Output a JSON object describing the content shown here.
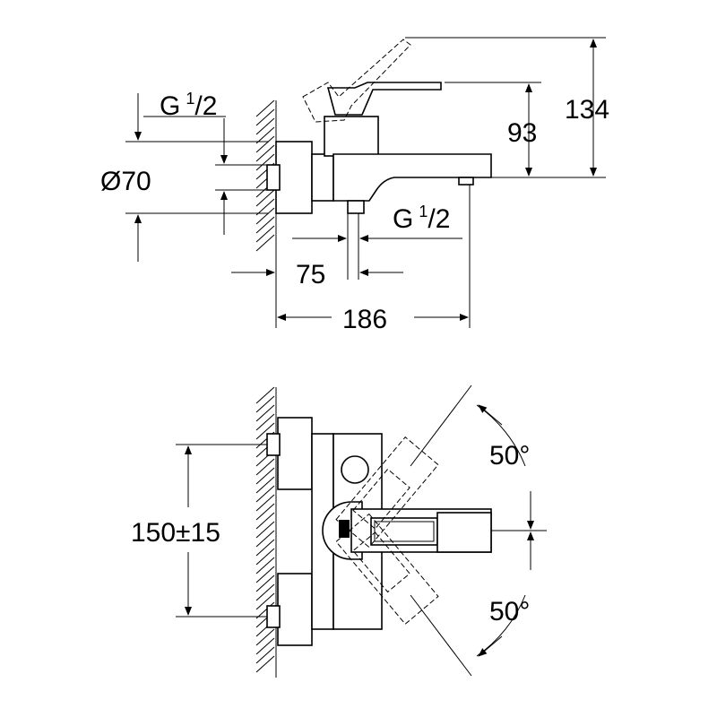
{
  "colors": {
    "line": "#000000",
    "background": "#ffffff"
  },
  "top_view": {
    "thread_top": {
      "g": "G",
      "sup": "1",
      "sub": "/2"
    },
    "thread_bottom": {
      "g": "G",
      "sup": "1",
      "sub": "/2"
    },
    "diameter": "Ø70",
    "dim_75": "75",
    "dim_186": "186",
    "dim_93": "93",
    "dim_134": "134"
  },
  "front_view": {
    "dim_centers": "150±15",
    "angle_upper": "50°",
    "angle_lower": "50°"
  }
}
